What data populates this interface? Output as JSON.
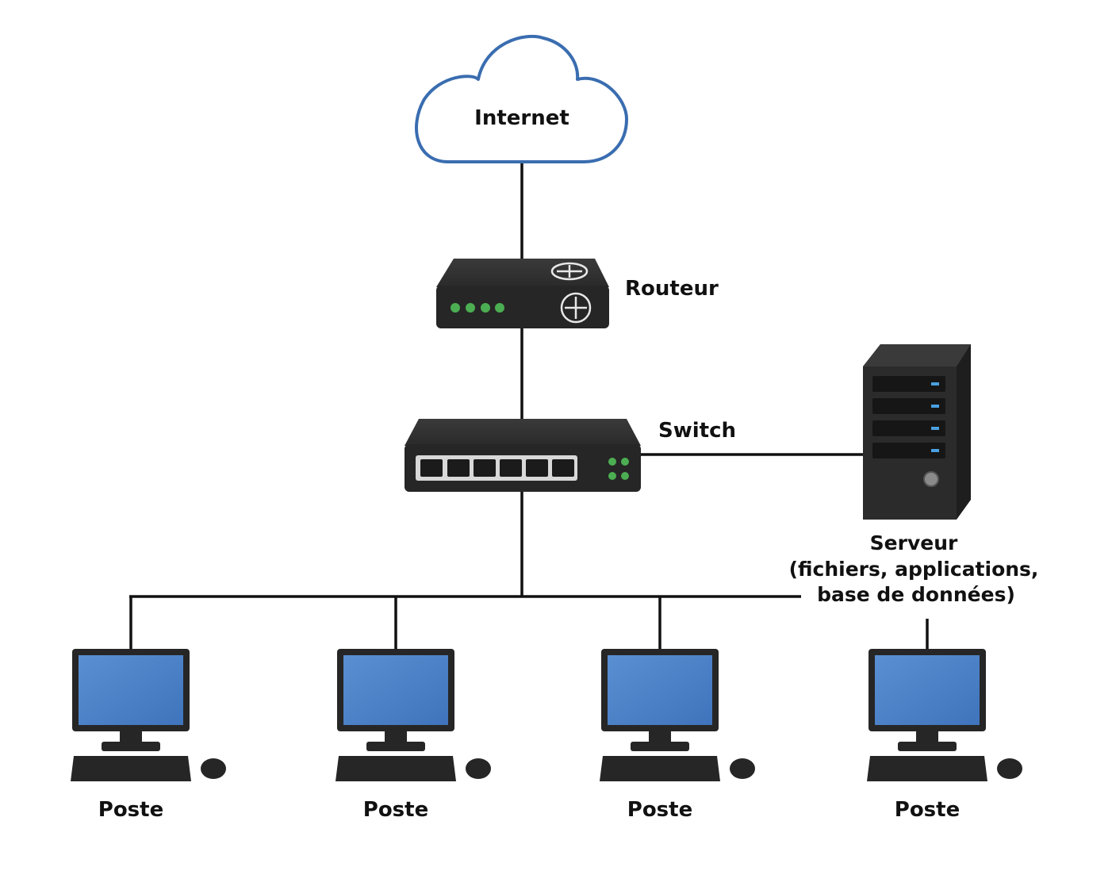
{
  "internet": {
    "label": "Internet",
    "icon": "cloud-icon"
  },
  "router": {
    "label": "Routeur",
    "icon": "router-icon"
  },
  "switch": {
    "label": "Switch",
    "icon": "switch-icon"
  },
  "server": {
    "label_lines": [
      "Serveur",
      "(fichiers, applications,",
      "base de données)"
    ],
    "icon": "server-tower-icon"
  },
  "workstations": [
    {
      "label": "Poste",
      "icon": "desktop-computer-icon"
    },
    {
      "label": "Poste",
      "icon": "desktop-computer-icon"
    },
    {
      "label": "Poste",
      "icon": "desktop-computer-icon"
    },
    {
      "label": "Poste",
      "icon": "desktop-computer-icon"
    }
  ],
  "colors": {
    "cloud_stroke": "#3a6db0",
    "device_body": "#2b2b2b",
    "screen": "#4a7fc6",
    "led": "#4cae52",
    "port_led": "#4aa0e0",
    "cable": "#111111"
  }
}
